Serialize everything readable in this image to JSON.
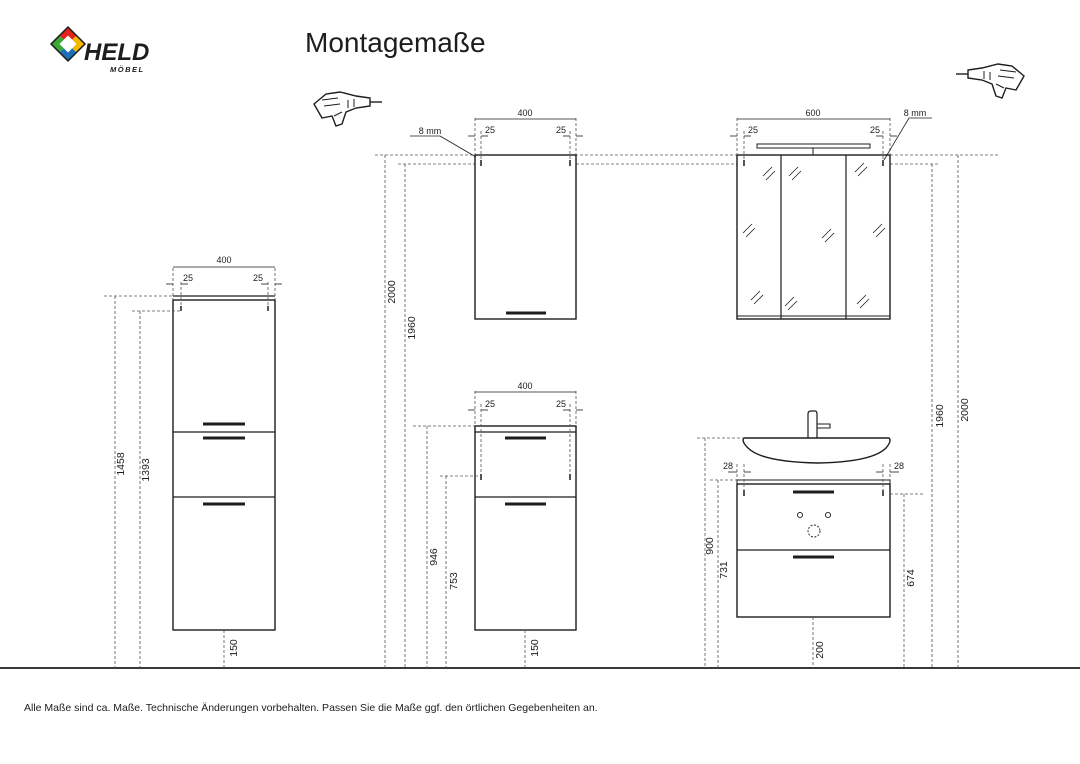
{
  "title": "Montagemaße",
  "footnote": "Alle Maße sind ca. Maße. Technische Änderungen vorbehalten. Passen Sie die Maße ggf. den örtlichen Gegebenheiten an.",
  "logo": {
    "brand": "HELD",
    "sub": "MÖBEL"
  },
  "colors": {
    "line": "#1d1d1b",
    "dashed": "#555555",
    "logo_blue": "#1d6fb8",
    "logo_red": "#e2231a",
    "logo_green": "#3aa935",
    "logo_yellow": "#f5b800"
  },
  "hochschrank": {
    "width": "400",
    "edge_left": "25",
    "edge_right": "25",
    "height_total": "1458",
    "height_holes": "1393",
    "floor_gap": "150"
  },
  "haengeschrank": {
    "width": "400",
    "edge_left": "25",
    "edge_right": "25",
    "drill_note": "8 mm"
  },
  "spiegelschrank": {
    "width": "600",
    "edge_left": "25",
    "edge_right": "25",
    "drill_note": "8 mm"
  },
  "unterschrank": {
    "width": "400",
    "edge_left": "25",
    "edge_right": "25",
    "height_total": "946",
    "height_holes": "753",
    "floor_gap": "150"
  },
  "waschtisch": {
    "edge_left": "28",
    "edge_right": "28",
    "height_top": "900",
    "height_holes": "731",
    "height_right": "674",
    "floor_gap": "200"
  },
  "wall": {
    "height_total": "2000",
    "height_holes": "1960",
    "height_holes_right": "1960",
    "height_total_right": "2000"
  }
}
